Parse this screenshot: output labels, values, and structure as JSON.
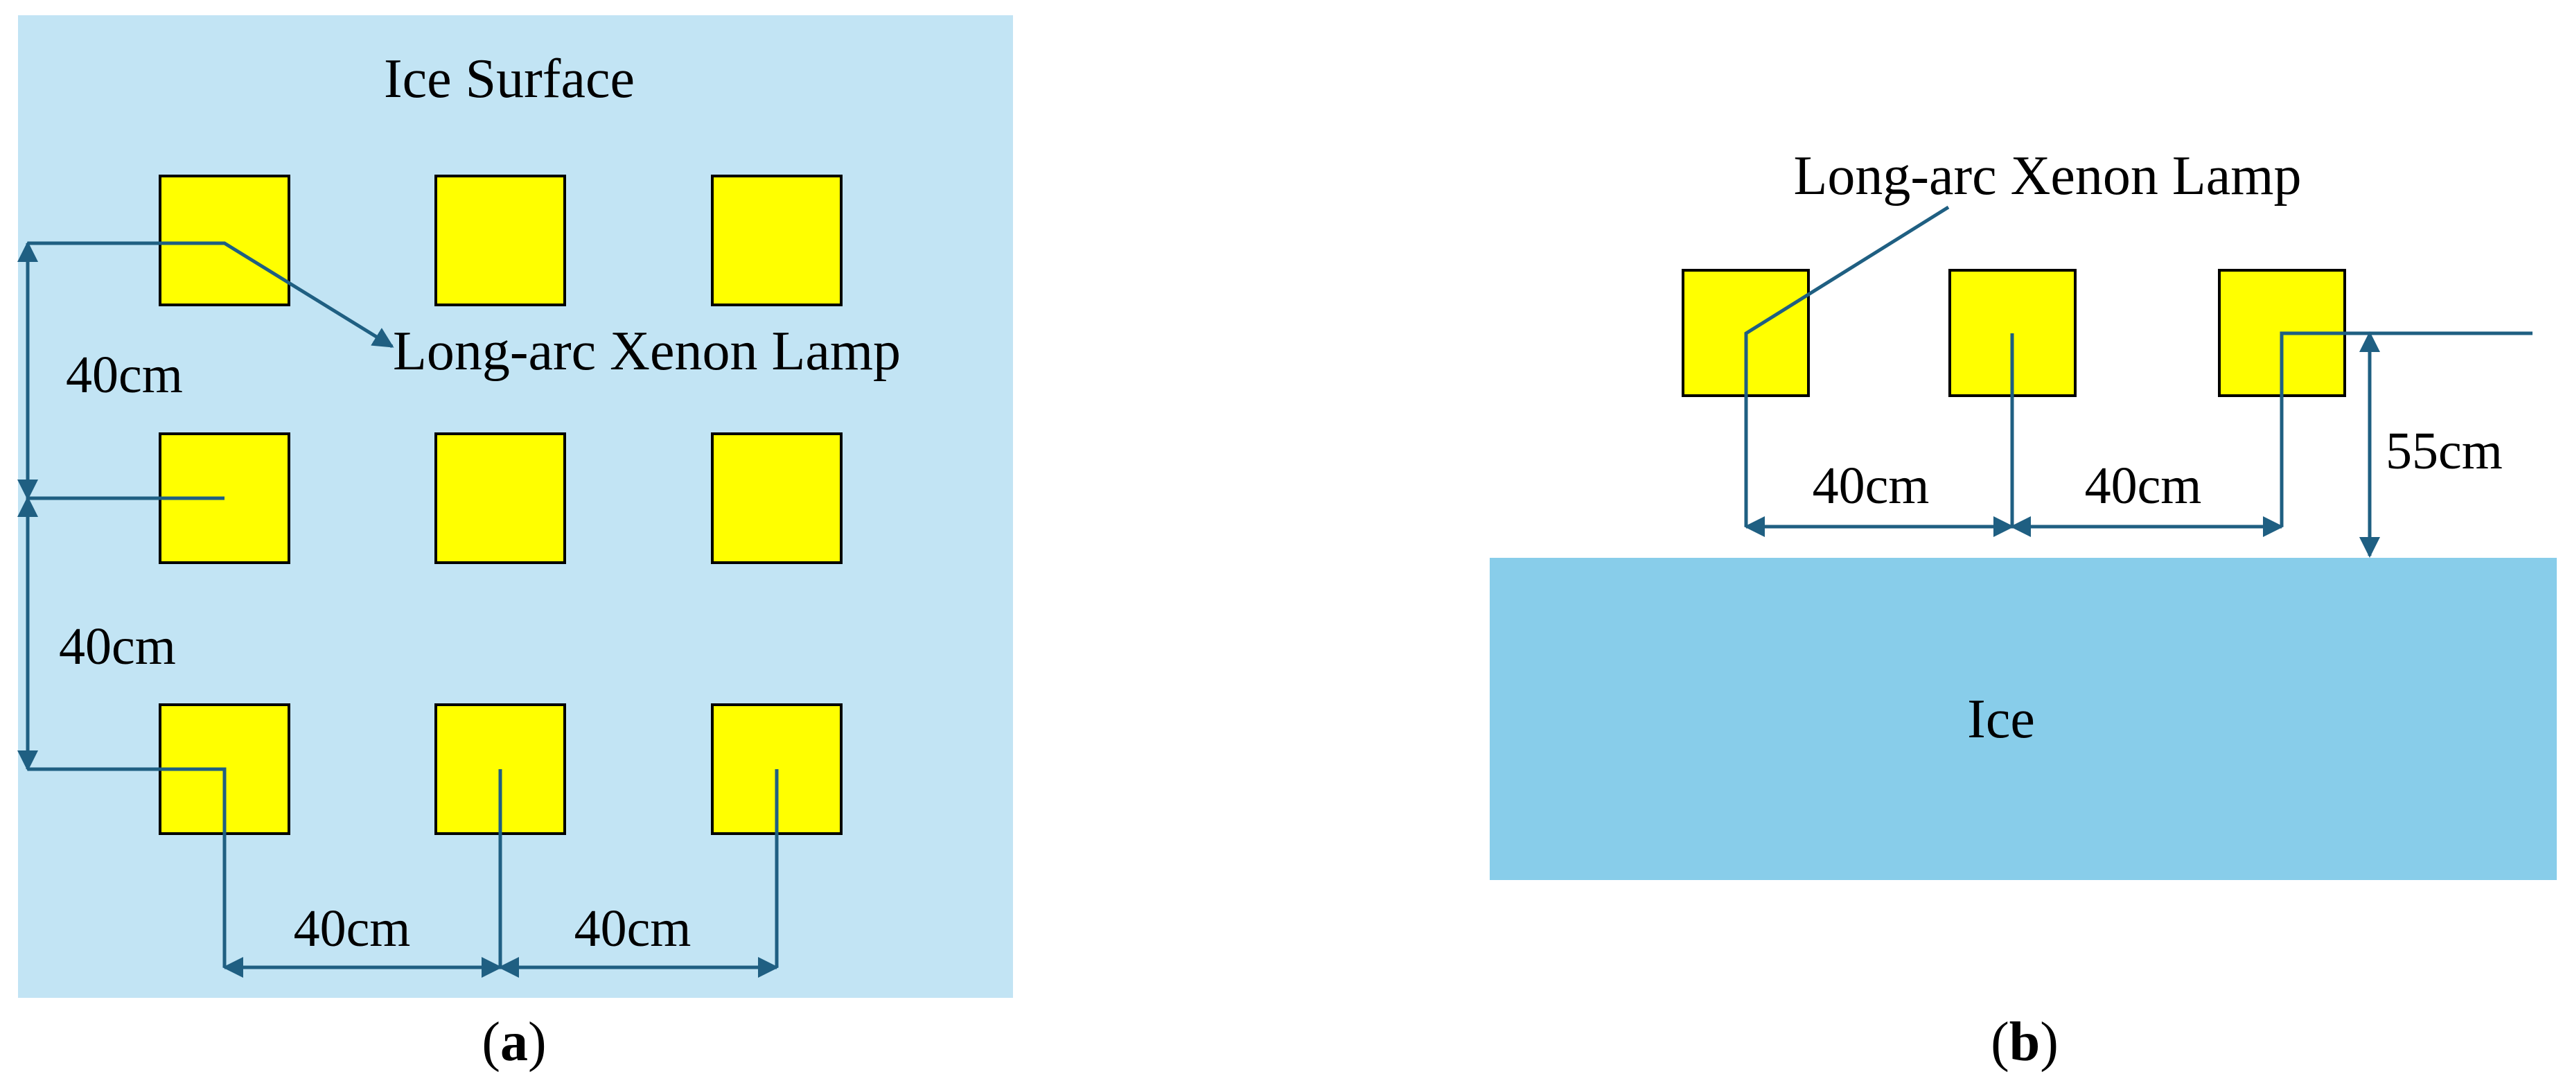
{
  "panel_a": {
    "title": "Ice Surface",
    "lamp_label": "Long-arc Xenon Lamp",
    "dim_vertical_1": "40cm",
    "dim_vertical_2": "40cm",
    "dim_horizontal_1": "40cm",
    "dim_horizontal_2": "40cm",
    "caption_open": "(",
    "caption_letter": "a",
    "caption_close": ")"
  },
  "panel_b": {
    "lamp_label": "Long-arc Xenon Lamp",
    "ice_label": "Ice",
    "dim_horizontal_1": "40cm",
    "dim_horizontal_2": "40cm",
    "dim_height": "55cm",
    "caption_open": "(",
    "caption_letter": "b",
    "caption_close": ")"
  },
  "colors": {
    "ice_surface": "#c2e4f4",
    "ice_block": "#88cdea",
    "lamp_fill": "#ffff00",
    "dimension_line": "#1f5f82"
  }
}
